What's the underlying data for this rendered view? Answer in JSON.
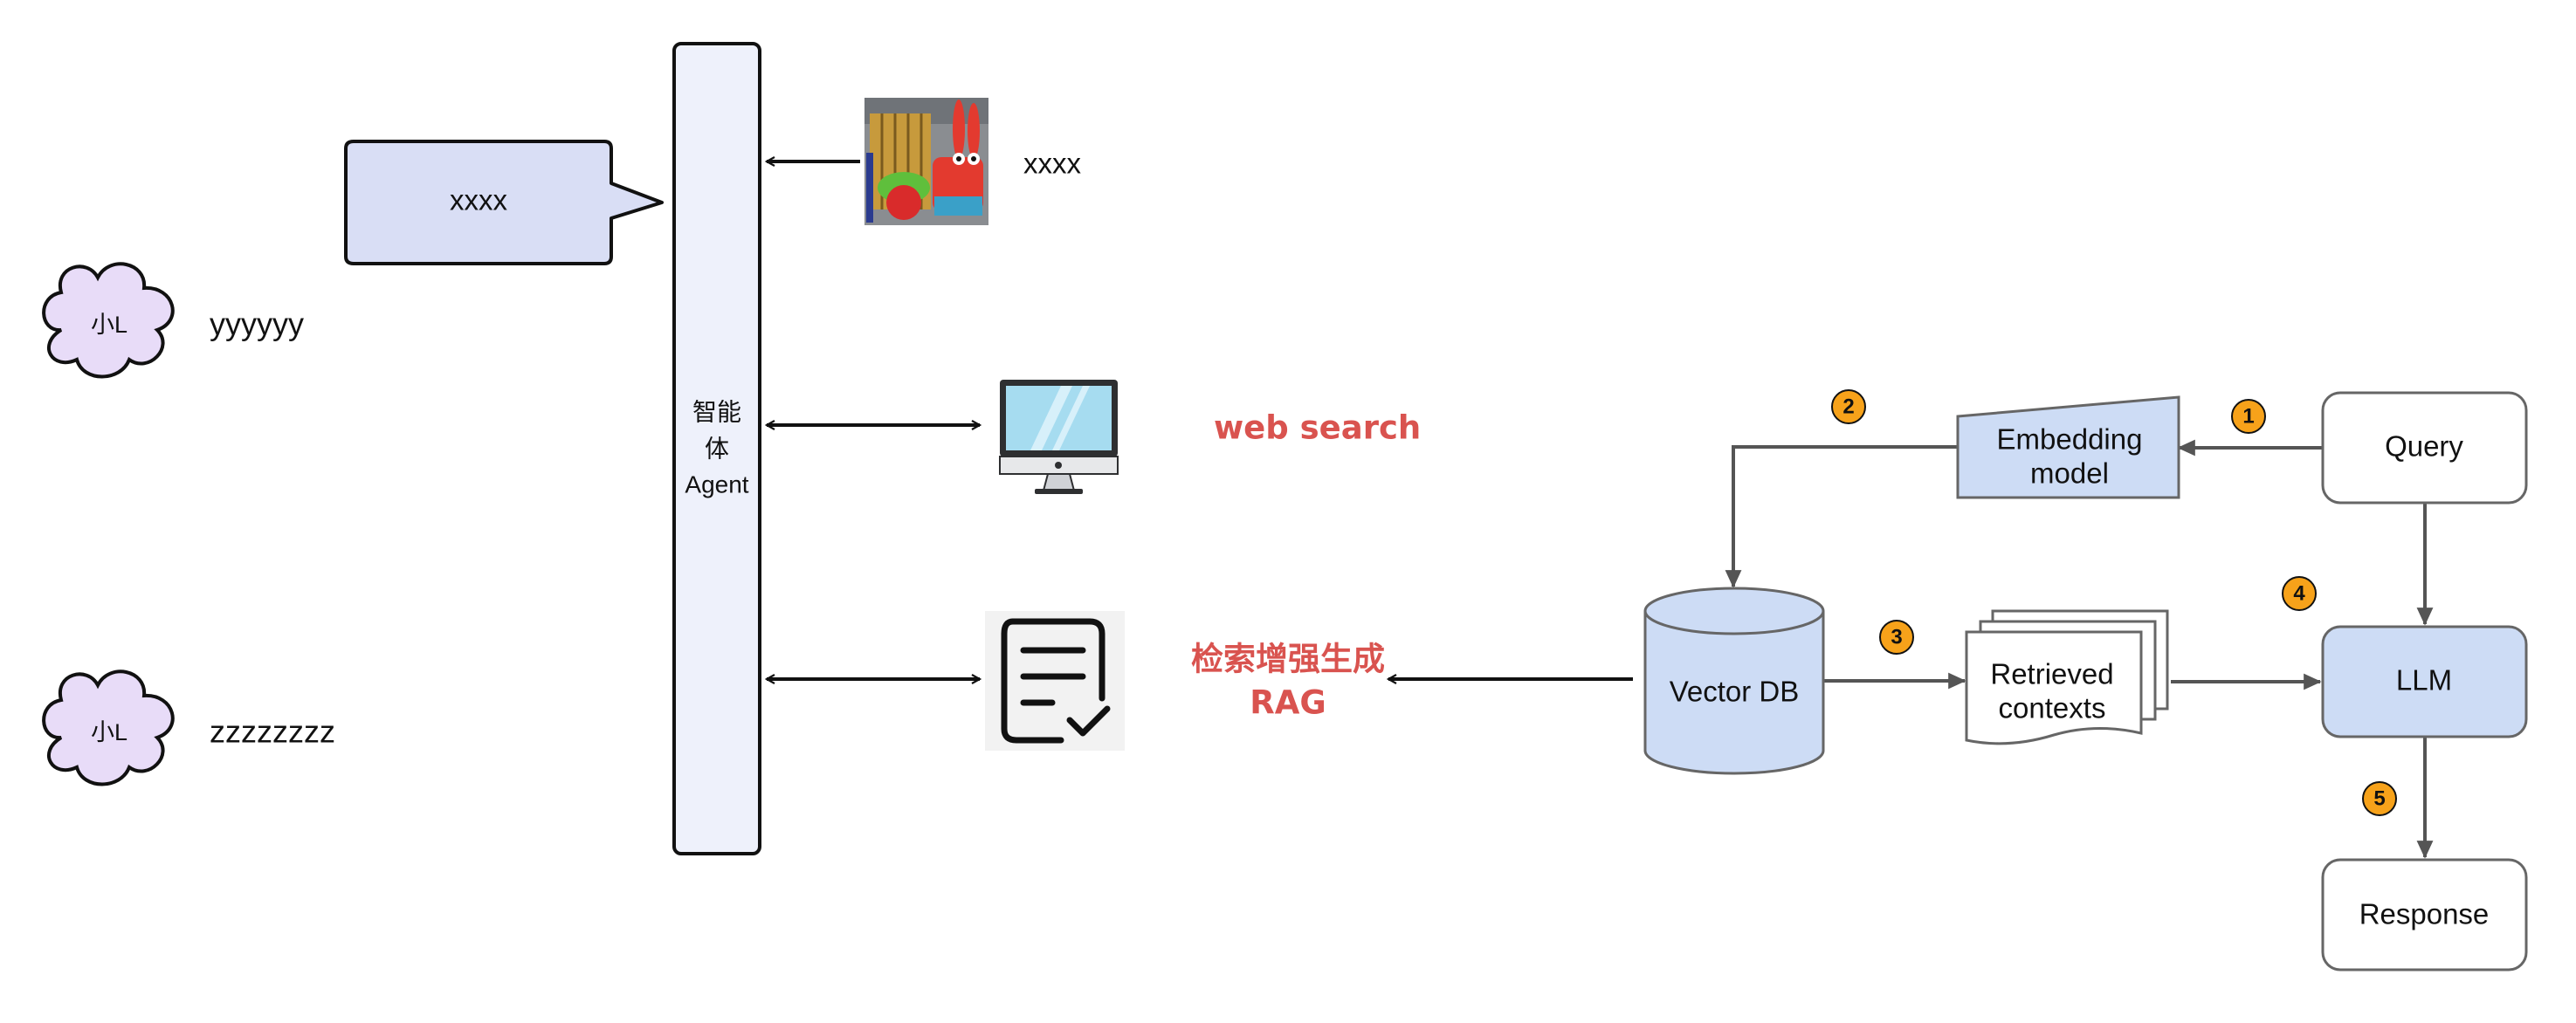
{
  "left": {
    "bubble_text": "xxxx",
    "agent_lines": [
      "智能",
      "体",
      "Agent"
    ],
    "clouds": [
      {
        "label": "小L",
        "side_text": "yyyyyy"
      },
      {
        "label": "小L",
        "side_text": "zzzzzzzz"
      }
    ],
    "image_caption": "xxxx",
    "web_search_label": "web search",
    "rag_line1": "检索增强生成",
    "rag_line2": "RAG"
  },
  "rag": {
    "query": "Query",
    "embedding_line1": "Embedding",
    "embedding_line2": "model",
    "vector_db": "Vector DB",
    "retrieved_line1": "Retrieved",
    "retrieved_line2": "contexts",
    "llm": "LLM",
    "response": "Response",
    "steps": [
      "1",
      "2",
      "3",
      "4",
      "5"
    ]
  },
  "colors": {
    "accent_fill": "#cddcf5",
    "bubble_fill": "#d9def5",
    "cloud_fill": "#e8dcf8",
    "agent_fill": "#eef1fb",
    "badge_fill": "#f7a21a",
    "label_red": "#d9534f",
    "line_gray": "#555555"
  },
  "icons": [
    "piano-crab-illustration",
    "monitor-icon",
    "document-check-icon"
  ]
}
